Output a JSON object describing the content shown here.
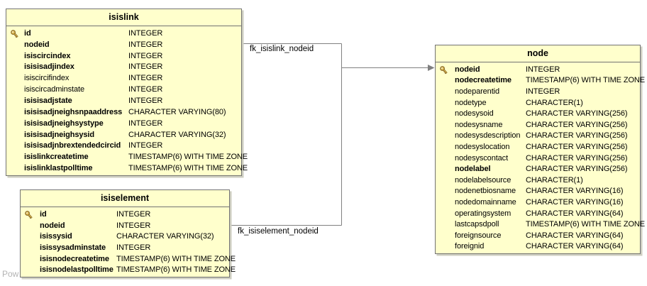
{
  "diagram": {
    "watermark": "Pow",
    "colors": {
      "table_fill": "#ffffcc",
      "table_border": "#737373",
      "connector_gray": "#808080",
      "key_icon_gold": "#d9b44a",
      "key_icon_outline": "#8a6d2f",
      "shadow_gray": "#cfcfc2",
      "watermark_gray": "#b4b4b4"
    },
    "tables": [
      {
        "title": "isislink",
        "columns": [
          {
            "name": "id",
            "type": "INTEGER",
            "bold": true,
            "key": true
          },
          {
            "name": "nodeid",
            "type": "INTEGER",
            "bold": true,
            "key": false
          },
          {
            "name": "isiscircindex",
            "type": "INTEGER",
            "bold": true,
            "key": false
          },
          {
            "name": "isisisadjindex",
            "type": "INTEGER",
            "bold": true,
            "key": false
          },
          {
            "name": "isiscircifindex",
            "type": "INTEGER",
            "bold": false,
            "key": false
          },
          {
            "name": "isiscircadminstate",
            "type": "INTEGER",
            "bold": false,
            "key": false
          },
          {
            "name": "isisisadjstate",
            "type": "INTEGER",
            "bold": true,
            "key": false
          },
          {
            "name": "isisisadjneighsnpaaddress",
            "type": "CHARACTER VARYING(80)",
            "bold": true,
            "key": false
          },
          {
            "name": "isisisadjneighsystype",
            "type": "INTEGER",
            "bold": true,
            "key": false
          },
          {
            "name": "isisisadjneighsysid",
            "type": "CHARACTER VARYING(32)",
            "bold": true,
            "key": false
          },
          {
            "name": "isisisadjnbrextendedcircid",
            "type": "INTEGER",
            "bold": true,
            "key": false
          },
          {
            "name": "isislinkcreatetime",
            "type": "TIMESTAMP(6) WITH TIME ZONE",
            "bold": true,
            "key": false
          },
          {
            "name": "isislinklastpolltime",
            "type": "TIMESTAMP(6) WITH TIME ZONE",
            "bold": true,
            "key": false
          }
        ]
      },
      {
        "title": "isiselement",
        "columns": [
          {
            "name": "id",
            "type": "INTEGER",
            "bold": true,
            "key": true
          },
          {
            "name": "nodeid",
            "type": "INTEGER",
            "bold": true,
            "key": false
          },
          {
            "name": "isissysid",
            "type": "CHARACTER VARYING(32)",
            "bold": true,
            "key": false
          },
          {
            "name": "isissysadminstate",
            "type": "INTEGER",
            "bold": true,
            "key": false
          },
          {
            "name": "isisnodecreatetime",
            "type": "TIMESTAMP(6) WITH TIME ZONE",
            "bold": true,
            "key": false
          },
          {
            "name": "isisnodelastpolltime",
            "type": "TIMESTAMP(6) WITH TIME ZONE",
            "bold": true,
            "key": false
          }
        ]
      },
      {
        "title": "node",
        "columns": [
          {
            "name": "nodeid",
            "type": "INTEGER",
            "bold": true,
            "key": true
          },
          {
            "name": "nodecreatetime",
            "type": "TIMESTAMP(6) WITH TIME ZONE",
            "bold": true,
            "key": false
          },
          {
            "name": "nodeparentid",
            "type": "INTEGER",
            "bold": false,
            "key": false
          },
          {
            "name": "nodetype",
            "type": "CHARACTER(1)",
            "bold": false,
            "key": false
          },
          {
            "name": "nodesysoid",
            "type": "CHARACTER VARYING(256)",
            "bold": false,
            "key": false
          },
          {
            "name": "nodesysname",
            "type": "CHARACTER VARYING(256)",
            "bold": false,
            "key": false
          },
          {
            "name": "nodesysdescription",
            "type": "CHARACTER VARYING(256)",
            "bold": false,
            "key": false
          },
          {
            "name": "nodesyslocation",
            "type": "CHARACTER VARYING(256)",
            "bold": false,
            "key": false
          },
          {
            "name": "nodesyscontact",
            "type": "CHARACTER VARYING(256)",
            "bold": false,
            "key": false
          },
          {
            "name": "nodelabel",
            "type": "CHARACTER VARYING(256)",
            "bold": true,
            "key": false
          },
          {
            "name": "nodelabelsource",
            "type": "CHARACTER(1)",
            "bold": false,
            "key": false
          },
          {
            "name": "nodenetbiosname",
            "type": "CHARACTER VARYING(16)",
            "bold": false,
            "key": false
          },
          {
            "name": "nodedomainname",
            "type": "CHARACTER VARYING(16)",
            "bold": false,
            "key": false
          },
          {
            "name": "operatingsystem",
            "type": "CHARACTER VARYING(64)",
            "bold": false,
            "key": false
          },
          {
            "name": "lastcapsdpoll",
            "type": "TIMESTAMP(6) WITH TIME ZONE",
            "bold": false,
            "key": false
          },
          {
            "name": "foreignsource",
            "type": "CHARACTER VARYING(64)",
            "bold": false,
            "key": false
          },
          {
            "name": "foreignid",
            "type": "CHARACTER VARYING(64)",
            "bold": false,
            "key": false
          }
        ]
      }
    ],
    "relationships": [
      {
        "label": "fk_isislink_nodeid",
        "from_table": "isislink",
        "from_column": "nodeid",
        "to_table": "node",
        "to_column": "nodeid"
      },
      {
        "label": "fk_isiselement_nodeid",
        "from_table": "isiselement",
        "from_column": "nodeid",
        "to_table": "node",
        "to_column": "nodeid"
      }
    ]
  }
}
